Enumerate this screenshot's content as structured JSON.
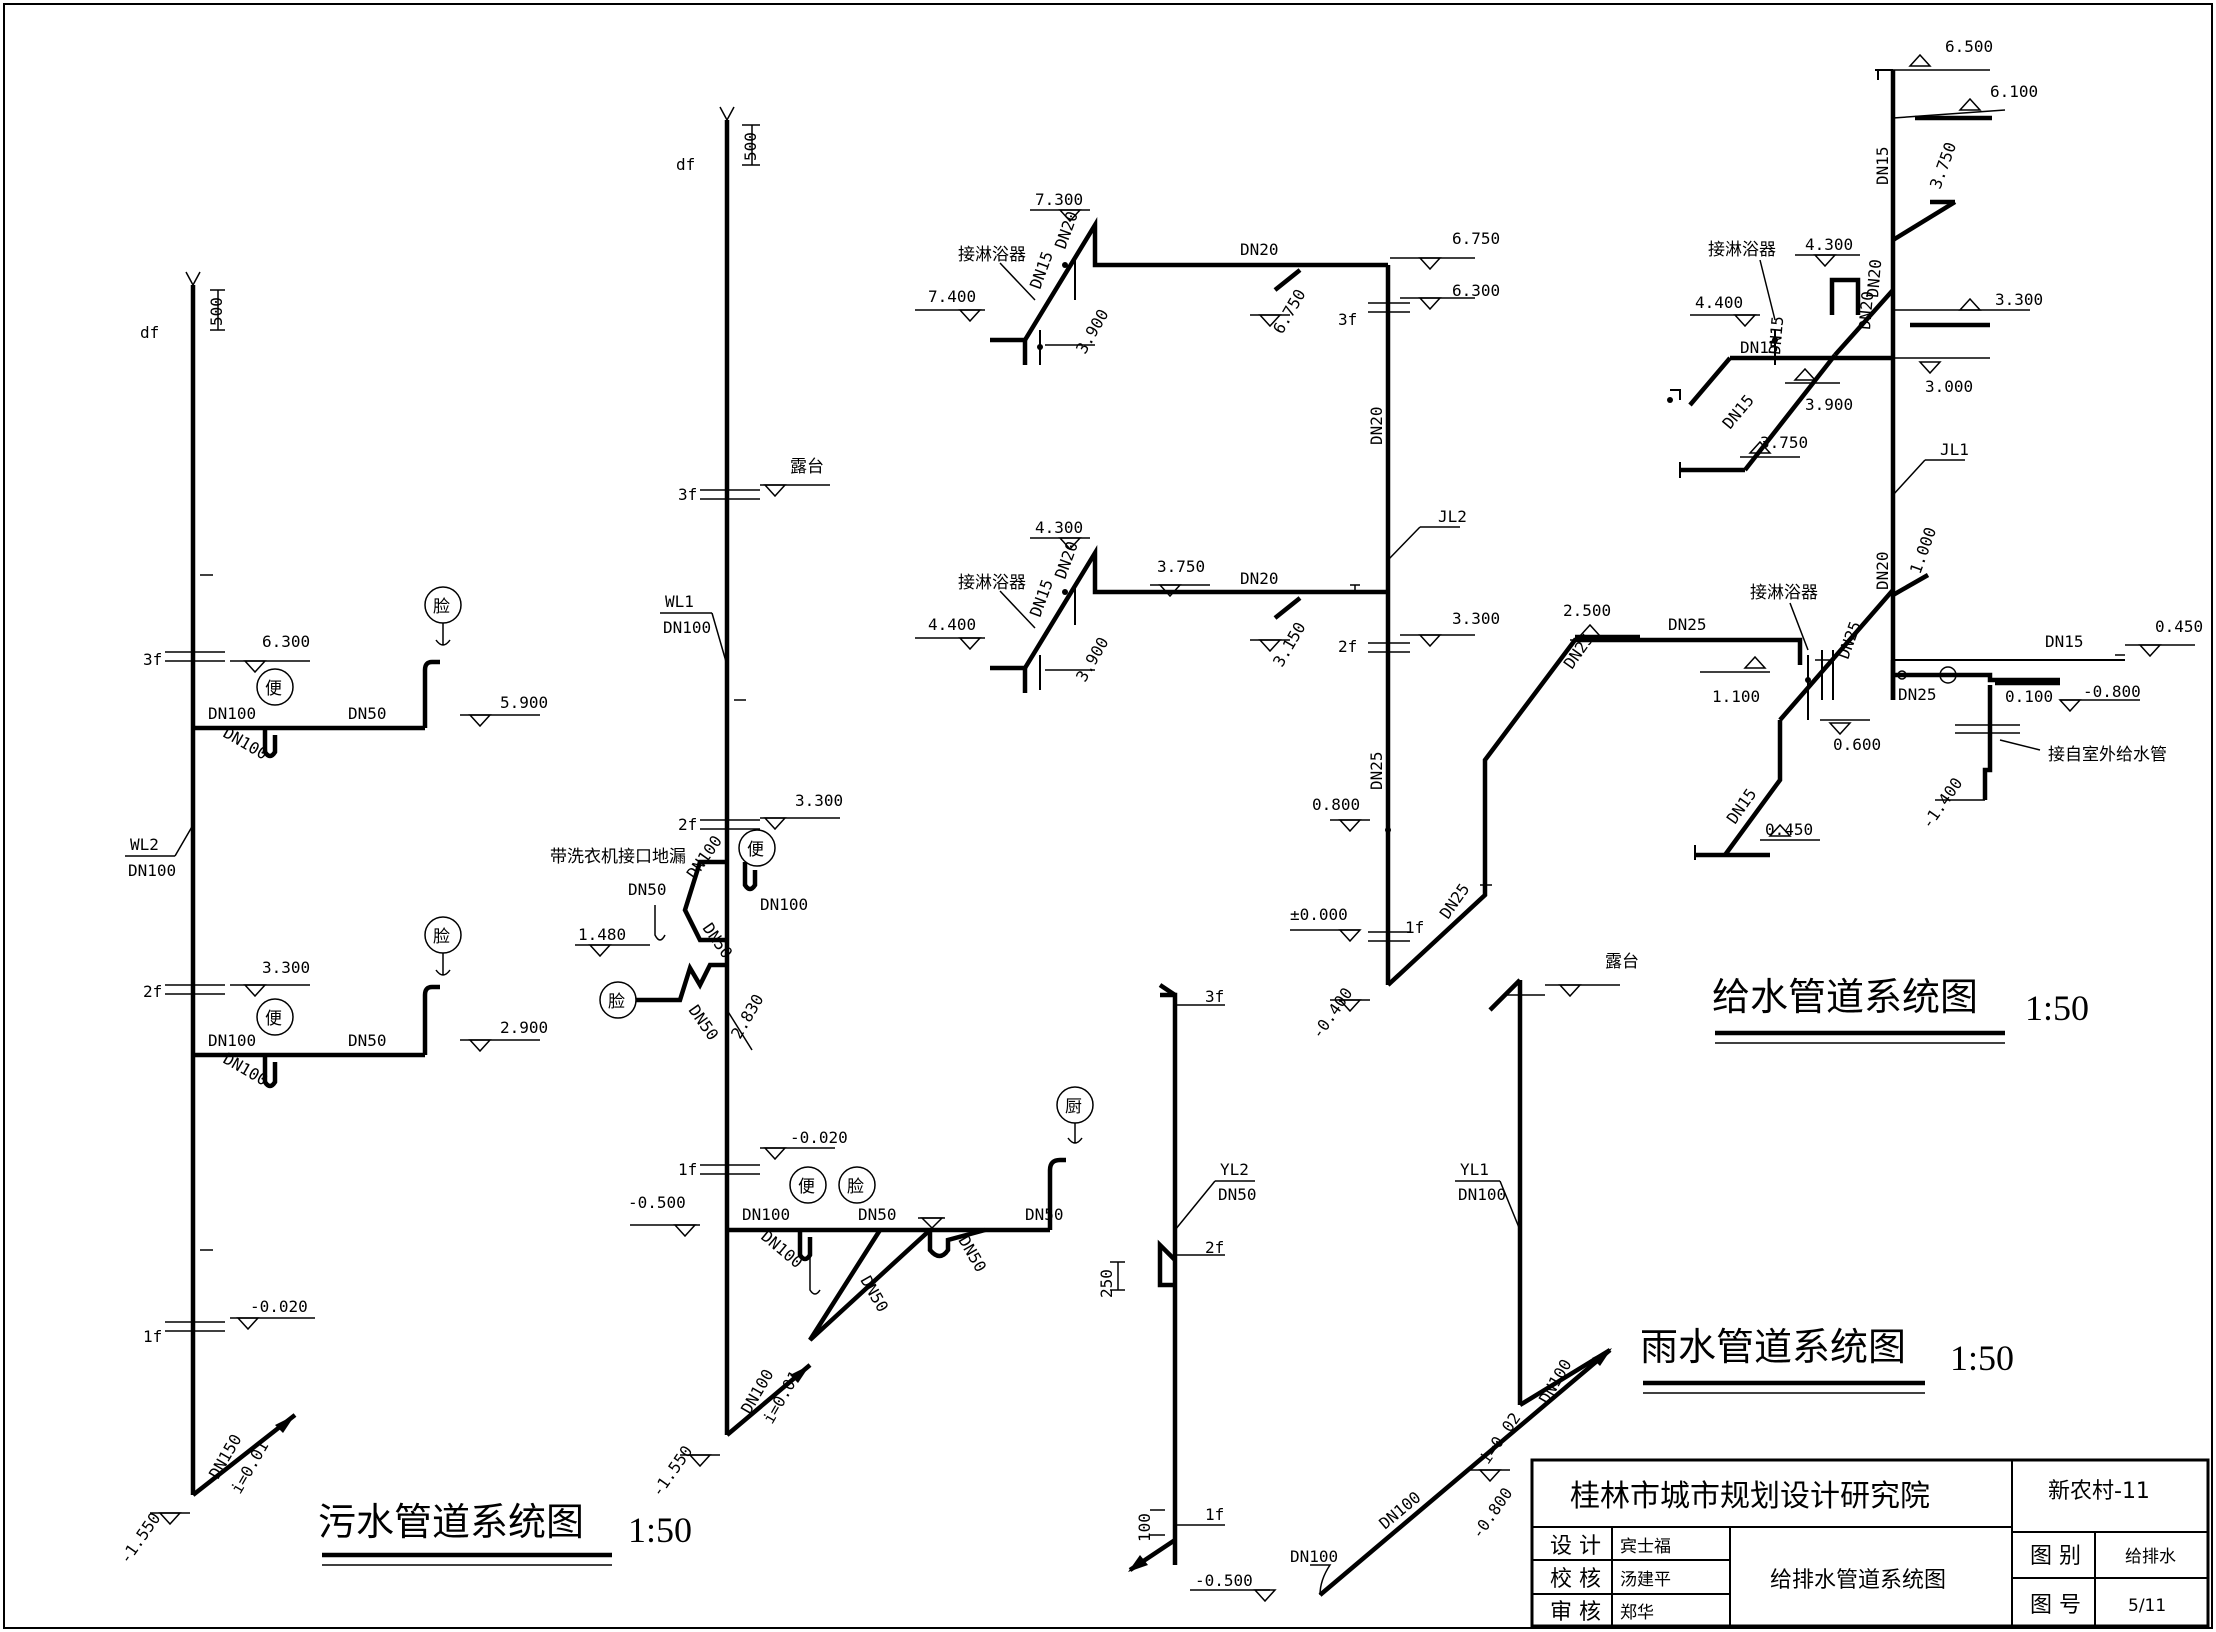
{
  "titles": {
    "sewage": "污水管道系统图",
    "sewage_scale": "1:50",
    "rain": "雨水管道系统图",
    "rain_scale": "1:50",
    "supply": "给水管道系统图",
    "supply_scale": "1:50"
  },
  "title_block": {
    "institute": "桂林市城市规划设计研究院",
    "project": "新农村-11",
    "design_label": "设 计",
    "design_name": "宾士福",
    "check_label": "校 核",
    "check_name": "汤建平",
    "review_label": "审 核",
    "review_name": "郑华",
    "drawing_name": "给排水管道系统图",
    "category_label": "图 别",
    "category_value": "给排水",
    "number_label": "图 号",
    "number_value": "5/11"
  },
  "wl2": {
    "riser_id": "WL2",
    "riser_dn": "DN100",
    "df": "df",
    "vent": "500",
    "f3": "3f",
    "e3": "6.300",
    "e3b": "5.900",
    "dn100_a": "DN100",
    "dn100_b": "DN100",
    "dn50_a": "DN50",
    "toilet3": "便",
    "basin3": "脸",
    "f2": "2f",
    "e2": "3.300",
    "e2b": "2.900",
    "dn100_c": "DN100",
    "dn100_d": "DN100",
    "dn50_b": "DN50",
    "toilet2": "便",
    "basin2": "脸",
    "f1": "1f",
    "e1": "-0.020",
    "out_dn": "DN150",
    "out_slope": "i=0.01",
    "out_elev": "-1.550"
  },
  "wl1": {
    "riser_id": "WL1",
    "riser_dn": "DN100",
    "df": "df",
    "vent": "500",
    "f3": "3f",
    "terrace": "露台",
    "f2": "2f",
    "e2": "3.300",
    "floor_drain": "带洗衣机接口地漏",
    "dn50_a": "DN50",
    "dn100_a": "DN100",
    "dn100_b": "DN100",
    "toilet2": "便",
    "e_drain": "1.480",
    "dn50_b": "DN50",
    "dn50_c": "DN50",
    "basin2": "脸",
    "e_trap": "2.830",
    "f1": "1f",
    "e1": "-0.020",
    "e_floor": "-0.500",
    "dn100_c": "DN100",
    "dn100_d": "DN100",
    "toilet1": "便",
    "basin1": "脸",
    "dn50_d": "DN50",
    "dn50_e": "DN50",
    "dn50_f": "DN50",
    "dn50_g": "DN50",
    "kitchen": "厨",
    "out_dn": "DN100",
    "out_slope": "i=0.01",
    "out_elev": "-1.550"
  },
  "yl2": {
    "riser_id": "YL2",
    "riser_dn": "DN50",
    "f3": "3f",
    "f2": "2f",
    "dim250": "250",
    "dim100": "100",
    "f1": "1f",
    "e_out": "-0.500"
  },
  "yl1": {
    "riser_id": "YL1",
    "riser_dn": "DN100",
    "terrace": "露台",
    "dn100_a": "DN100",
    "slope": "i=0.02",
    "e_out": "-0.800",
    "dn100_b": "DN100",
    "dn100_c": "DN100"
  },
  "jl2": {
    "id": "JL2",
    "shower": "接淋浴器",
    "e73": "7.300",
    "dn20_a": "DN20",
    "dn15_a": "DN15",
    "e74": "7.400",
    "e39a": "3.900",
    "dn20_top": "DN20",
    "e675a": "6.750",
    "e675b": "6.750",
    "e63": "6.300",
    "f3": "3f",
    "dn20_v": "DN20",
    "shower2": "接淋浴器",
    "e43": "4.300",
    "dn20_b": "DN20",
    "dn15_b": "DN15",
    "e44": "4.400",
    "e39b": "3.900",
    "e375": "3.750",
    "dn20_mid": "DN20",
    "e315": "3.150",
    "e33": "3.300",
    "f2": "2f",
    "dn25_v": "DN25",
    "e08": "0.800",
    "e00": "±0.000",
    "f1": "1f",
    "dn25_b": "DN25",
    "e04": "-0.400",
    "e25": "2.500",
    "dn25_c": "DN25",
    "dn25_top": "DN25"
  },
  "jl1": {
    "id": "JL1",
    "e65": "6.500",
    "e61": "6.100",
    "dn15_top": "DN15",
    "e375": "3.750",
    "shower": "接淋浴器",
    "e43": "4.300",
    "e44": "4.400",
    "dn15_a": "DN15",
    "dn15_b": "DN15",
    "dn20_a": "DN20",
    "e33": "3.300",
    "dn20_b": "DN20",
    "e30": "3.000",
    "e39": "3.900",
    "dn15_c": "DN15",
    "e375b": "3.750",
    "dn20_v": "DN20",
    "e10": "1.000",
    "shower2": "接淋浴器",
    "dn25_a": "DN25",
    "e11": "1.100",
    "e06": "0.600",
    "dn15_d": "DN15",
    "e045": "0.450",
    "dn15_e": "DN15",
    "e045b": "0.450",
    "dn25_b": "DN25",
    "e01": "0.100",
    "e08": "-0.800",
    "e14": "-1.400",
    "outdoor": "接自室外给水管"
  }
}
